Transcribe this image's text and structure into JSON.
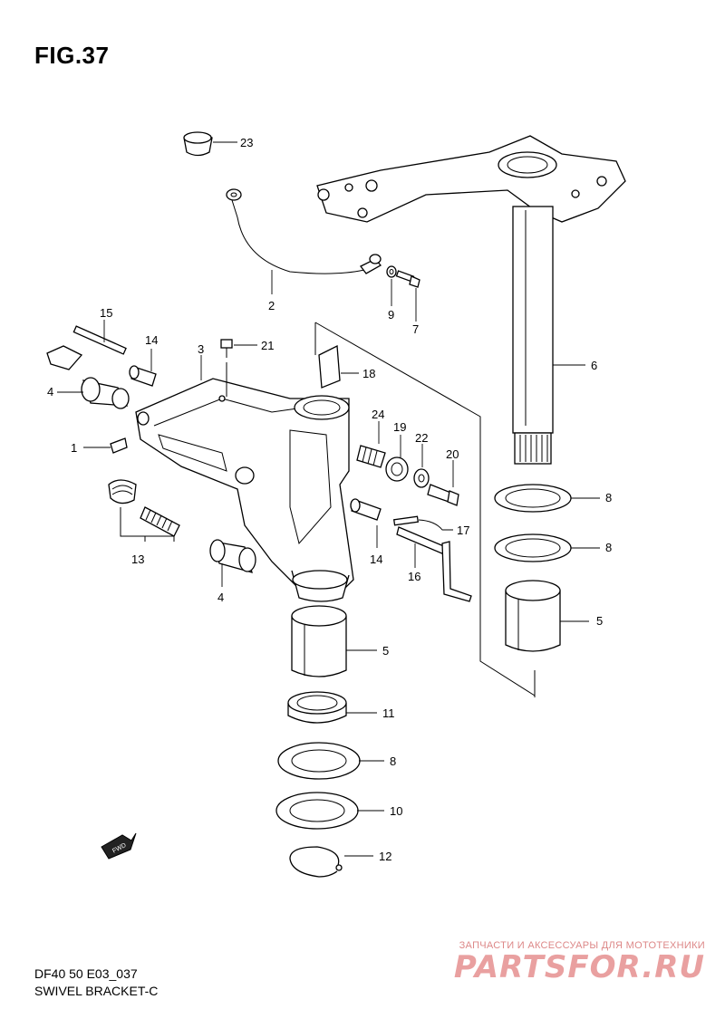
{
  "figure": {
    "title": "FIG.37",
    "model_code": "DF40 50 E03_037",
    "name": "SWIVEL BRACKET-C"
  },
  "callouts": {
    "c1": "1",
    "c2": "2",
    "c3": "3",
    "c4a": "4",
    "c4b": "4",
    "c5a": "5",
    "c5b": "5",
    "c6": "6",
    "c7": "7",
    "c8a": "8",
    "c8b": "8",
    "c8c": "8",
    "c9": "9",
    "c10": "10",
    "c11": "11",
    "c12": "12",
    "c13": "13",
    "c14a": "14",
    "c14b": "14",
    "c15": "15",
    "c16": "16",
    "c17": "17",
    "c18": "18",
    "c19": "19",
    "c20": "20",
    "c21": "21",
    "c22": "22",
    "c23": "23",
    "c24": "24"
  },
  "fwd_label": "FWD",
  "watermark": {
    "tagline": "ЗАПЧАСТИ И АКСЕССУАРЫ ДЛЯ МОТОТЕХНИКИ",
    "logo": "PARTSFOR.RU"
  }
}
